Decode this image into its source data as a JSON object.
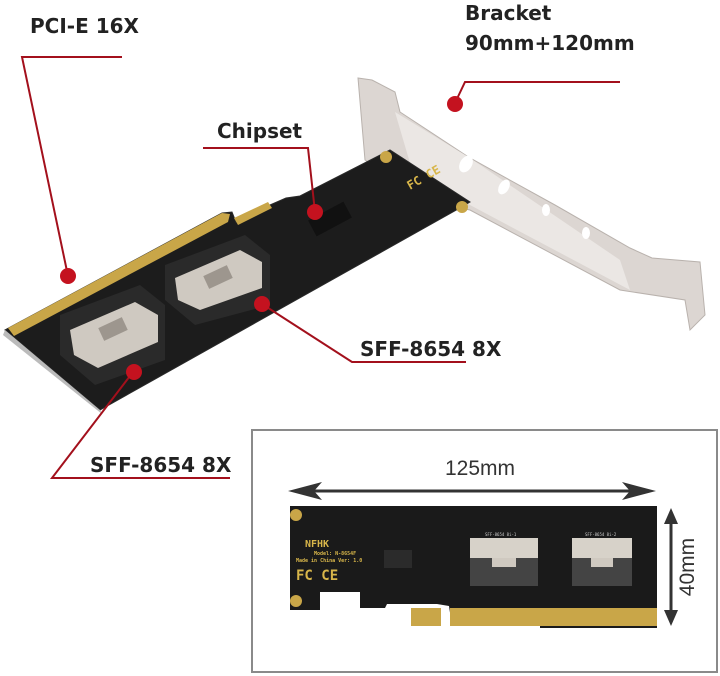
{
  "callouts": {
    "pcie": "PCI-E 16X",
    "bracket_line1": "Bracket",
    "bracket_line2": "90mm+120mm",
    "chipset": "Chipset",
    "sff_right": "SFF-8654 8X",
    "sff_left": "SFF-8654 8X"
  },
  "inset": {
    "width_label": "125mm",
    "height_label": "40mm",
    "brand": "NFHK",
    "model": "Model: N-8654F",
    "made_in": "Made in China  Ver: 1.0",
    "certifications": "FC CE",
    "port1_label": "SFF-8654 8i-1",
    "port2_label": "SFF-8654 8i-2"
  },
  "colors": {
    "callout_line": "#a3101c",
    "callout_dot": "#c4121f",
    "pcb": "#1a1a1a",
    "gold": "#c9a648",
    "bracket": "#d9d3cf"
  }
}
